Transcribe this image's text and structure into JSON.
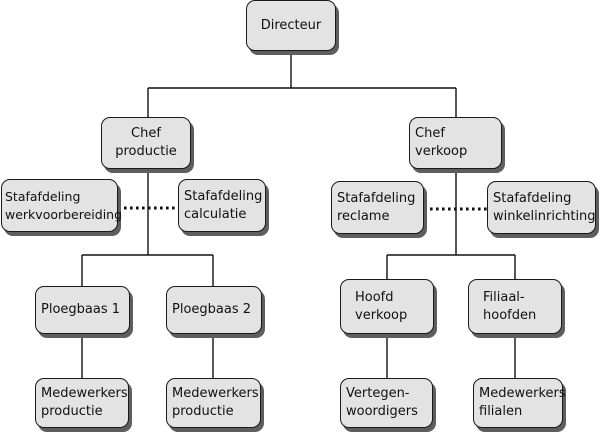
{
  "nodes": {
    "directeur": "Directeur",
    "chef_productie": "Chef\nproductie",
    "chef_verkoop": "Chef\nverkoop",
    "staf_werkvoorbereiding": "Stafafdeling\nwerkvoorbereiding",
    "staf_calculatie": "Stafafdeling\ncalculatie",
    "staf_reclame": "Stafafdeling\nreclame",
    "staf_winkelinrichting": "Stafafdeling\nwinkelinrichting",
    "ploegbaas_1": "Ploegbaas 1",
    "ploegbaas_2": "Ploegbaas 2",
    "hoofd_verkoop": "Hoofd\nverkoop",
    "filiaalhoofden": "Filiaal-\nhoofden",
    "medewerkers_productie_1": "Medewerkers\nproductie",
    "medewerkers_productie_2": "Medewerkers\nproductie",
    "vertegenwoordigers": "Vertegen-\nwoordigers",
    "medewerkers_filialen": "Medewerkers\nfilialen"
  },
  "colors": {
    "box_fill": "#e3e3e3",
    "box_border": "#1a1a1a",
    "shadow": "#5e5e5e",
    "line": "#111111"
  }
}
